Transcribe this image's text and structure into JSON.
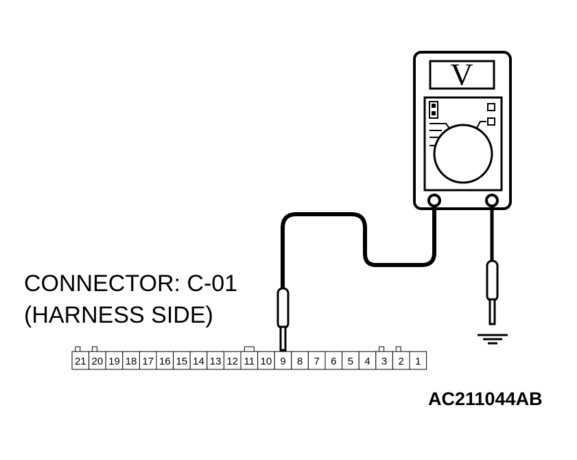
{
  "connector": {
    "name_line": "CONNECTOR: C-01",
    "side_line": "(HARNESS SIDE)",
    "pins": [
      "21",
      "20",
      "19",
      "18",
      "17",
      "16",
      "15",
      "14",
      "13",
      "12",
      "11",
      "10",
      "9",
      "8",
      "7",
      "6",
      "5",
      "4",
      "3",
      "2",
      "1"
    ],
    "probed_pin": "9"
  },
  "meter": {
    "display": "V"
  },
  "figure_code": "AC211044AB"
}
